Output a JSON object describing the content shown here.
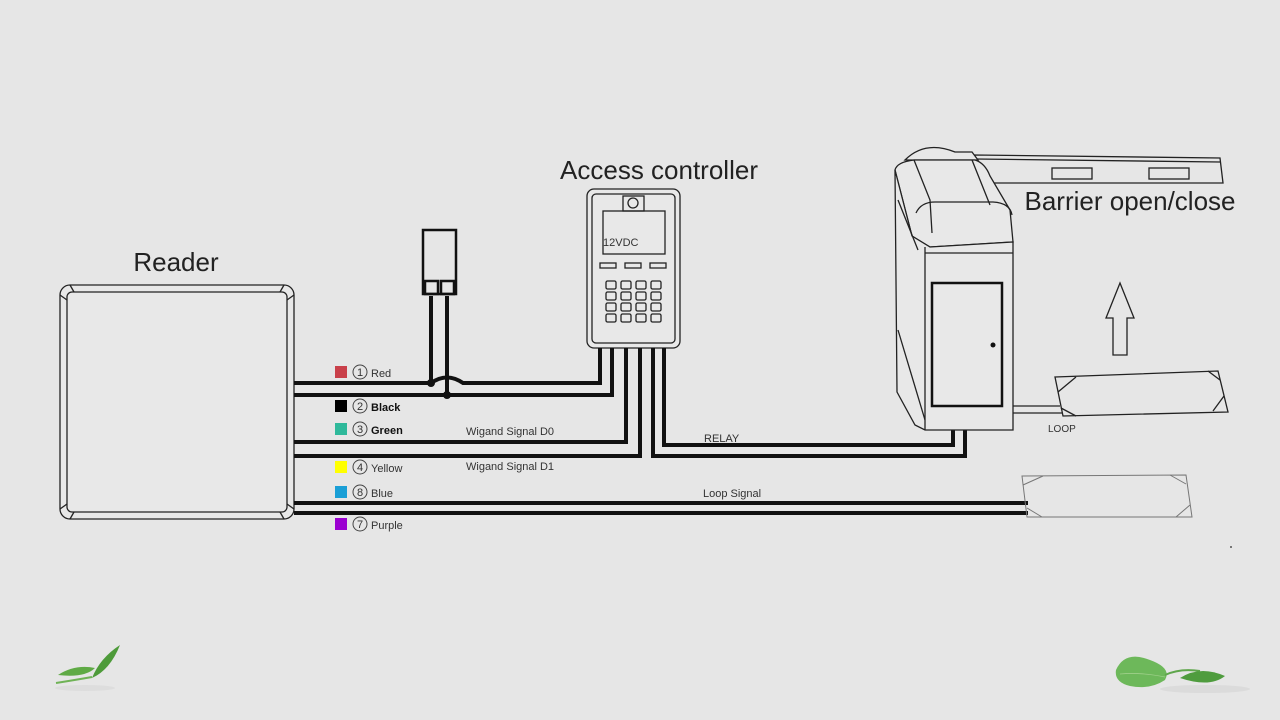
{
  "titles": {
    "reader": "Reader",
    "access_controller": "Access controller",
    "barrier": "Barrier open/close"
  },
  "controller": {
    "display_text": "12VDC",
    "keypad_rows": 4,
    "keypad_cols": 4,
    "function_keys": 3,
    "terminals": 6
  },
  "legend": [
    {
      "num": "1",
      "label": "Red",
      "color": "#c9404a",
      "bold": false
    },
    {
      "num": "2",
      "label": "Black",
      "color": "#000000",
      "bold": true
    },
    {
      "num": "3",
      "label": "Green",
      "color": "#2fb99b",
      "bold": true
    },
    {
      "num": "4",
      "label": "Yellow",
      "color": "#ffff00",
      "bold": false
    },
    {
      "num": "8",
      "label": "Blue",
      "color": "#1a9fd6",
      "bold": false
    },
    {
      "num": "7",
      "label": "Purple",
      "color": "#9b00d1",
      "bold": false
    }
  ],
  "wire_labels": {
    "d0": "Wigand Signal D0",
    "d1": "Wigand Signal D1",
    "relay": "RELAY",
    "loop_signal": "Loop Signal",
    "loop": "LOOP"
  },
  "icons": {
    "power_adapter": "power-adapter-icon",
    "up_arrow": "up-arrow-icon",
    "leaf_left": "leaf-icon",
    "leaf_right": "leaf-icon"
  }
}
